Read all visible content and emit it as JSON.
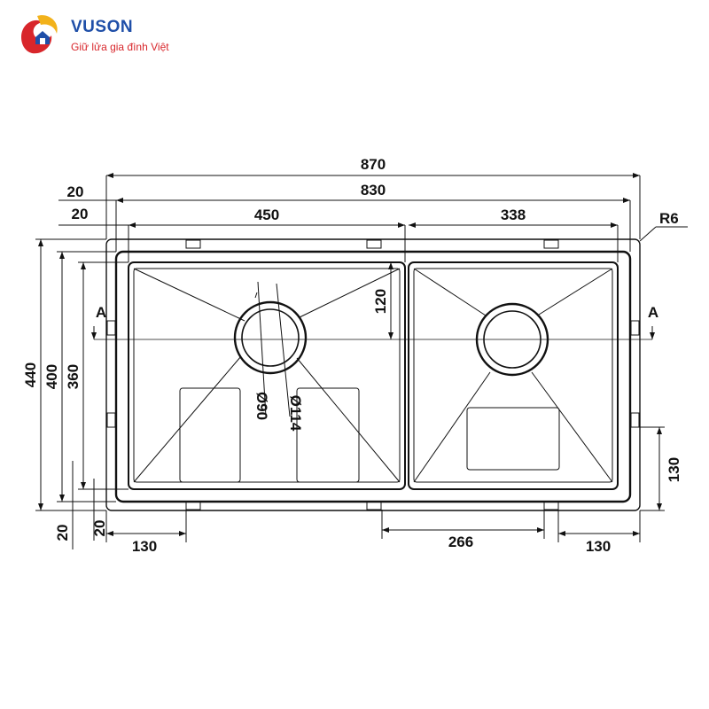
{
  "brand": {
    "name": "VUSON",
    "tagline": "Giữ lửa gia đình Việt",
    "colors": {
      "primary": "#1f4fa8",
      "accent": "#d8262b",
      "gold": "#f2b21b"
    },
    "logo_icon": "flame-house-logo-icon"
  },
  "drawing": {
    "line_color": "#111111",
    "dimensions": {
      "total_width": "870",
      "inner_width": "830",
      "left_offset_top": "20",
      "left_offset_second": "20",
      "left_bowl_width": "450",
      "right_bowl_width": "338",
      "corner_radius": "R6",
      "total_height": "440",
      "inner_height": "400",
      "bowl_height": "360",
      "drain_offset": "120",
      "drain_inner_dia": "Ø90",
      "drain_outer_dia": "Ø114",
      "bottom_offset_left": "20",
      "bottom_offset_second": "20",
      "clip_spacing_left": "130",
      "clip_spacing_middle": "266",
      "clip_spacing_right": "130",
      "clip_height_right": "130",
      "section_left": "A",
      "section_right": "A"
    }
  }
}
